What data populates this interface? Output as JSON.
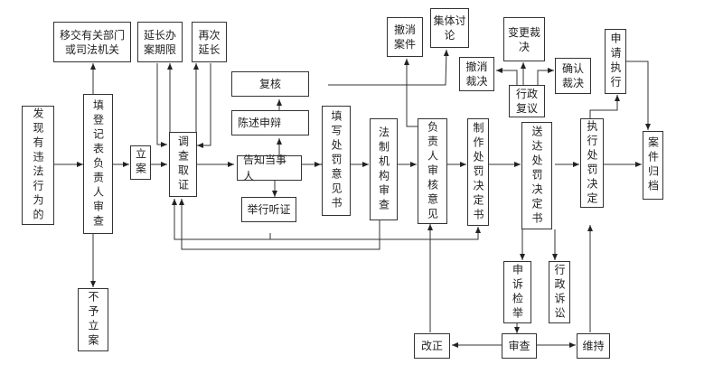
{
  "diagram": {
    "type": "administrative-penalty-process-flowchart",
    "nodes": {
      "discover": "发现有违法行为的",
      "register": "填登记表负责人审查",
      "transfer": "移交有关部门或司法机关",
      "no_case": "不予立案",
      "file_case": "立案",
      "extend": "延长办案期限",
      "extend_again": "再次延长",
      "investigate": "调查取证",
      "notify": "告知当事人",
      "statement": "陈述申辩",
      "recheck": "复核",
      "hearing": "举行听证",
      "opinion": "填写处罚意见书",
      "legal_review": "法制机构审查",
      "head_review": "负责人审核意见",
      "revoke_case": "撤消案件",
      "collective": "集体讨论",
      "make_decision": "制作处罚决定书",
      "deliver": "送达处罚决定书",
      "admin_review": "行政复议",
      "revoke_ruling": "撤消裁决",
      "change_ruling": "变更裁决",
      "confirm_ruling": "确认裁决",
      "complaint": "申诉检举",
      "lawsuit": "行政诉讼",
      "examine": "审查",
      "correct": "改正",
      "maintain": "维持",
      "execute": "执行处罚决定",
      "apply_execute": "申请执行",
      "archive": "案件归档"
    },
    "edges": [
      [
        "discover",
        "register"
      ],
      [
        "register",
        "transfer"
      ],
      [
        "register",
        "no_case"
      ],
      [
        "register",
        "file_case"
      ],
      [
        "file_case",
        "investigate"
      ],
      [
        "investigate",
        "extend"
      ],
      [
        "extend",
        "investigate"
      ],
      [
        "investigate",
        "extend_again"
      ],
      [
        "extend_again",
        "investigate"
      ],
      [
        "investigate",
        "notify"
      ],
      [
        "notify",
        "statement"
      ],
      [
        "statement",
        "recheck"
      ],
      [
        "notify",
        "hearing"
      ],
      [
        "notify",
        "opinion"
      ],
      [
        "opinion",
        "legal_review"
      ],
      [
        "legal_review",
        "head_review"
      ],
      [
        "head_review",
        "revoke_case"
      ],
      [
        "recheck",
        "collective"
      ],
      [
        "head_review",
        "make_decision"
      ],
      [
        "make_decision",
        "deliver"
      ],
      [
        "hearing",
        "make_decision"
      ],
      [
        "hearing",
        "investigate"
      ],
      [
        "legal_review",
        "investigate"
      ],
      [
        "admin_review",
        "revoke_ruling"
      ],
      [
        "admin_review",
        "change_ruling"
      ],
      [
        "admin_review",
        "confirm_ruling"
      ],
      [
        "deliver",
        "complaint"
      ],
      [
        "deliver",
        "lawsuit"
      ],
      [
        "complaint",
        "examine"
      ],
      [
        "examine",
        "correct"
      ],
      [
        "examine",
        "maintain"
      ],
      [
        "correct",
        "head_review"
      ],
      [
        "maintain",
        "execute"
      ],
      [
        "deliver",
        "execute"
      ],
      [
        "execute",
        "apply_execute"
      ],
      [
        "apply_execute",
        "archive"
      ],
      [
        "execute",
        "archive"
      ]
    ]
  }
}
